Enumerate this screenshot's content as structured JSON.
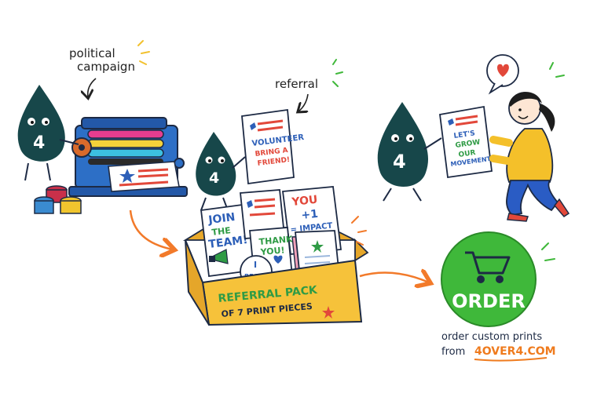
{
  "annotations": {
    "political_campaign_line1": "political",
    "political_campaign_line2": "campaign",
    "referral": "referral"
  },
  "mascot": {
    "number": "4"
  },
  "press_sheet": {},
  "flyer_volunteer": {
    "line1": "VOLUNTEER",
    "line2": "BRING A",
    "line3": "FRIEND!"
  },
  "flyer_grow": {
    "line1": "LET'S",
    "line2": "GROW",
    "line3": "OUR",
    "line4": "MOVEMENT!"
  },
  "box_prints": {
    "join": [
      "JOIN",
      "THE",
      "TEAM!"
    ],
    "you_plus_one": [
      "YOU",
      "+1",
      "= IMPACT"
    ],
    "thank_you": [
      "THANK",
      "YOU!"
    ],
    "button": [
      "I",
      "RECRUIT"
    ]
  },
  "box_label": {
    "line1": "REFERRAL PACK",
    "line2": "OF 7 PRINT PIECES"
  },
  "order_button": {
    "label": "ORDER"
  },
  "order_caption": {
    "line1": "order custom prints",
    "line2_prefix": "from ",
    "brand": "4OVER4.COM"
  },
  "colors": {
    "mascot": "#17474a",
    "order_green": "#3fb83a",
    "arrow_orange": "#f27a2a",
    "brand_orange": "#ef7b1e",
    "box_yellow": "#f6c23a",
    "press_blue": "#2d6fc6",
    "accent_red": "#e2483a",
    "accent_blue": "#2d5fb8",
    "accent_green": "#2f9b45"
  },
  "icons": [
    "printing-press-icon",
    "shopping-cart-icon",
    "heart-icon",
    "megaphone-icon",
    "star-icon",
    "flag-icon"
  ]
}
